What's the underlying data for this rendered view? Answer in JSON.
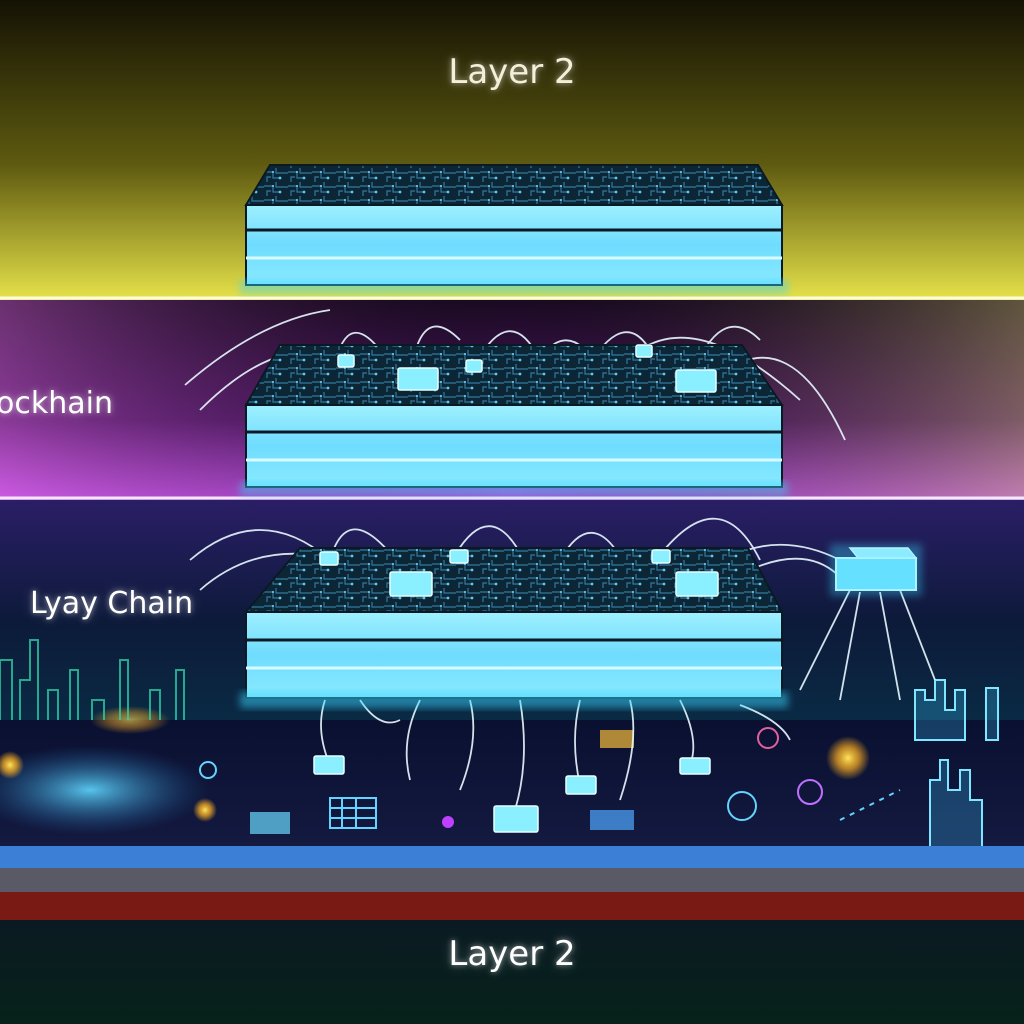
{
  "labels": {
    "top": "Layer 2",
    "side_upper": "ockhain",
    "side_lower": "Lyay Chain",
    "bottom": "Layer 2"
  },
  "layers": [
    {
      "name": "top-layer-slab"
    },
    {
      "name": "middle-layer-slab"
    },
    {
      "name": "lower-layer-slab"
    }
  ],
  "colors": {
    "band_yellow": "#6e6a10",
    "band_purple": "#5a1a6e",
    "band_blue": "#3a2a8a",
    "slab_face": "#7fe6ff",
    "slab_glow": "#38d6ff",
    "wire": "#e8f8ff",
    "floor_red": "#7a1a14",
    "floor_gray": "#5a5a66"
  }
}
